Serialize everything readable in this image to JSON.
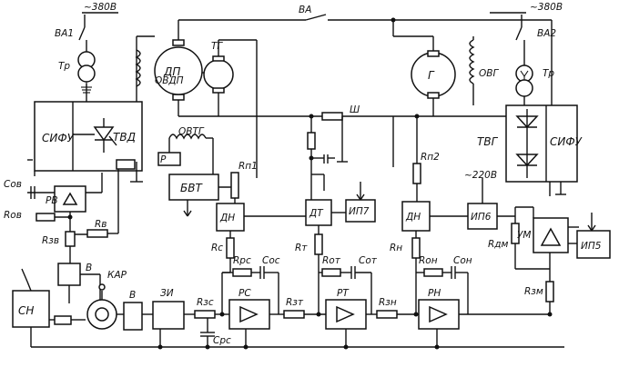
{
  "labels": {
    "supply_left": "~380В",
    "va1": "ВА1",
    "tr_left": "Тр",
    "sifu_left": "СИФУ",
    "tvd": "ТВД",
    "ovdp": "ОВДП",
    "cov": "Сов",
    "rov": "Rов",
    "rv": "РВ",
    "rv_res": "Rв",
    "rzv": "Rзв",
    "v_top": "В",
    "sn": "СН",
    "kar": "КАР",
    "v_bot": "В",
    "va": "ВА",
    "dp": "ДП",
    "tg": "ТГ",
    "ovtg": "ОВТГ",
    "p": "Р",
    "bvt": "БВТ",
    "rp1": "Rп1",
    "dn_left": "ДН",
    "rc": "Rс",
    "rpc": "Rрс",
    "coc": "Сос",
    "zi": "ЗИ",
    "rzc": "Rзс",
    "crc": "Срс",
    "rs": "РС",
    "sh": "Ш",
    "dt": "ДТ",
    "ip7": "ИП7",
    "rt": "Rт",
    "rot": "Rот",
    "cot": "Сот",
    "rzt": "Rзт",
    "rt_reg": "РТ",
    "g": "Г",
    "ovg": "ОВГ",
    "rp2": "Rп2",
    "dn_right": "ДН",
    "supply_220": "~220В",
    "ip6": "ИП6",
    "rn": "Rн",
    "ron": "Rон",
    "con": "Сон",
    "rzn": "Rзн",
    "rn_reg": "РН",
    "supply_right": "~380В",
    "va2": "ВА2",
    "tr_right": "Тр",
    "tvg": "ТВГ",
    "sifu_right": "СИФУ",
    "rdm": "Rдм",
    "um": "УМ",
    "ip5": "ИП5",
    "rzm": "Rзм"
  }
}
